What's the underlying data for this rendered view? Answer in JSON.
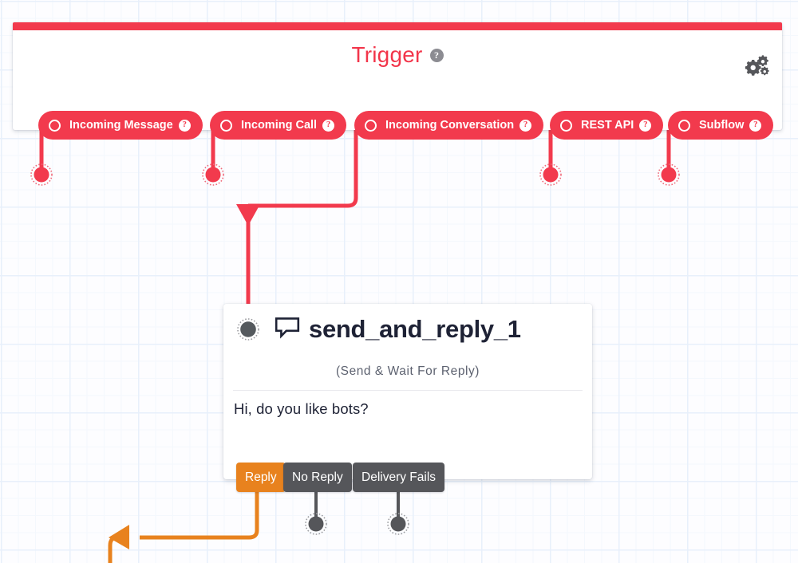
{
  "canvas": {
    "grid_color": "#e8f0fb",
    "background": "#fdfdff"
  },
  "colors": {
    "trigger_red": "#f23a4d",
    "reply_orange": "#e8821e",
    "outcome_gray": "#55565a",
    "node_dot_gray": "#555a5e",
    "title_navy": "#1e2235",
    "help_badge_gray": "#8c8c92"
  },
  "trigger_panel": {
    "title": "Trigger",
    "title_help_icon": "question-mark-circle-icon",
    "settings_icon": "gears-icon",
    "pills": [
      {
        "label": "Incoming Message",
        "radio_icon": "radio-unchecked-icon",
        "help_icon": "question-mark-circle-icon",
        "selected": false
      },
      {
        "label": "Incoming Call",
        "radio_icon": "radio-unchecked-icon",
        "help_icon": "question-mark-circle-icon",
        "selected": false
      },
      {
        "label": "Incoming Conversation",
        "radio_icon": "radio-unchecked-icon",
        "help_icon": "question-mark-circle-icon",
        "selected": false
      },
      {
        "label": "REST API",
        "radio_icon": "radio-unchecked-icon",
        "help_icon": "question-mark-circle-icon",
        "selected": false
      },
      {
        "label": "Subflow",
        "radio_icon": "radio-unchecked-icon",
        "help_icon": "question-mark-circle-icon",
        "selected": false
      }
    ]
  },
  "node": {
    "title": "send_and_reply_1",
    "icon": "speech-bubble-icon",
    "subtitle": "(Send & Wait For Reply)",
    "message_text": "Hi, do you like bots?",
    "input_port_icon": "connection-dot-icon",
    "outcomes": [
      {
        "label": "Reply",
        "color": "#e8821e",
        "has_wire": true
      },
      {
        "label": "No Reply",
        "color": "#55565a",
        "has_wire": false
      },
      {
        "label": "Delivery Fails",
        "color": "#55565a",
        "has_wire": false
      }
    ]
  },
  "connectors": [
    {
      "from": "Incoming Message",
      "color": "#f23a4d",
      "kind": "stub-with-endpoint-dot"
    },
    {
      "from": "Incoming Call",
      "color": "#f23a4d",
      "kind": "stub-with-endpoint-dot"
    },
    {
      "from": "Incoming Conversation",
      "color": "#f23a4d",
      "kind": "elbow-arrow-to-node",
      "to": "send_and_reply_1"
    },
    {
      "from": "REST API",
      "color": "#f23a4d",
      "kind": "stub-with-endpoint-dot"
    },
    {
      "from": "Subflow",
      "color": "#f23a4d",
      "kind": "stub-with-endpoint-dot"
    },
    {
      "from": "Reply",
      "color": "#e8821e",
      "kind": "elbow-arrow-left-down"
    },
    {
      "from": "No Reply",
      "color": "#55565a",
      "kind": "stub-with-endpoint-dot"
    },
    {
      "from": "Delivery Fails",
      "color": "#55565a",
      "kind": "stub-with-endpoint-dot"
    }
  ]
}
